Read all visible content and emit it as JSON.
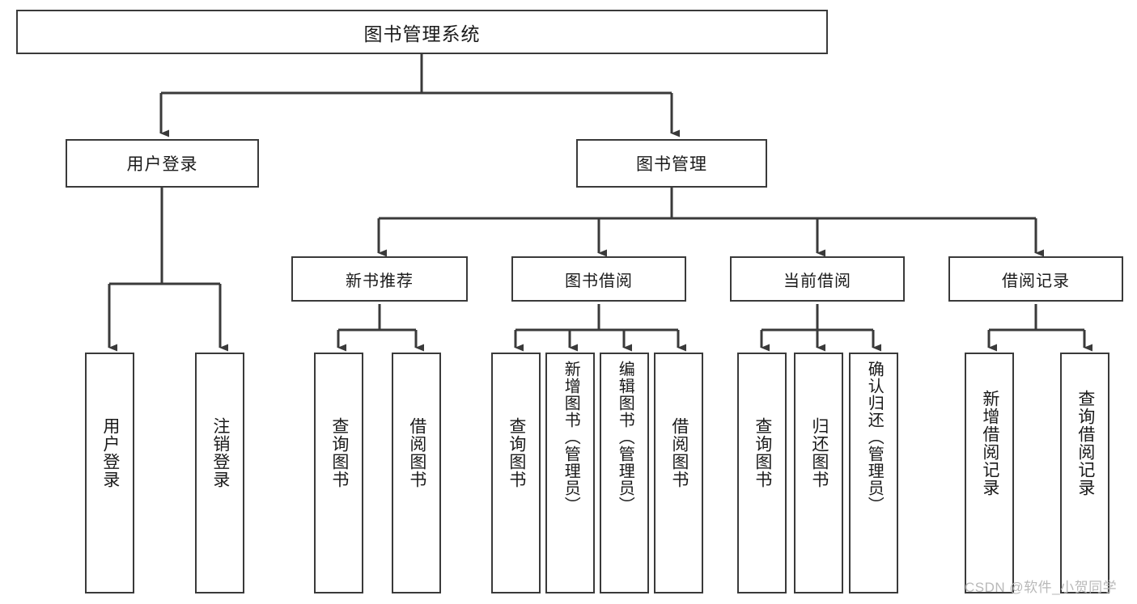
{
  "diagram": {
    "title": "图书管理系统",
    "type": "tree-hierarchy",
    "background_color": "#ffffff",
    "line_color": "#3a3a3a",
    "text_color": "#1a1a1a",
    "root": {
      "id": "root",
      "label": "图书管理系统"
    },
    "level1": [
      {
        "id": "user-login",
        "label": "用户登录"
      },
      {
        "id": "book-manage",
        "label": "图书管理"
      }
    ],
    "level2": [
      {
        "id": "new-book-recommend",
        "label": "新书推荐",
        "parent": "book-manage"
      },
      {
        "id": "book-borrow",
        "label": "图书借阅",
        "parent": "book-manage"
      },
      {
        "id": "current-borrow",
        "label": "当前借阅",
        "parent": "book-manage"
      },
      {
        "id": "borrow-record",
        "label": "借阅记录",
        "parent": "book-manage"
      }
    ],
    "leaves": [
      {
        "id": "leaf-user-login",
        "label": "用户登录",
        "parent": "user-login"
      },
      {
        "id": "leaf-user-logout",
        "label": "注销登录",
        "parent": "user-login"
      },
      {
        "id": "leaf-query-book-1",
        "label": "查询图书",
        "parent": "new-book-recommend"
      },
      {
        "id": "leaf-borrow-book-1",
        "label": "借阅图书",
        "parent": "new-book-recommend"
      },
      {
        "id": "leaf-query-book-2",
        "label": "查询图书",
        "parent": "book-borrow"
      },
      {
        "id": "leaf-add-book",
        "label": "新增图书（管理员）",
        "parent": "book-borrow"
      },
      {
        "id": "leaf-edit-book",
        "label": "编辑图书（管理员）",
        "parent": "book-borrow"
      },
      {
        "id": "leaf-borrow-book-2",
        "label": "借阅图书",
        "parent": "book-borrow"
      },
      {
        "id": "leaf-query-book-3",
        "label": "查询图书",
        "parent": "current-borrow"
      },
      {
        "id": "leaf-return-book",
        "label": "归还图书",
        "parent": "current-borrow"
      },
      {
        "id": "leaf-confirm-return",
        "label": "确认归还（管理员）",
        "parent": "current-borrow"
      },
      {
        "id": "leaf-add-record",
        "label": "新增借阅记录",
        "parent": "borrow-record"
      },
      {
        "id": "leaf-query-record",
        "label": "查询借阅记录",
        "parent": "borrow-record"
      }
    ]
  },
  "watermark": {
    "text": "CSDN @软件_小贺同学"
  }
}
